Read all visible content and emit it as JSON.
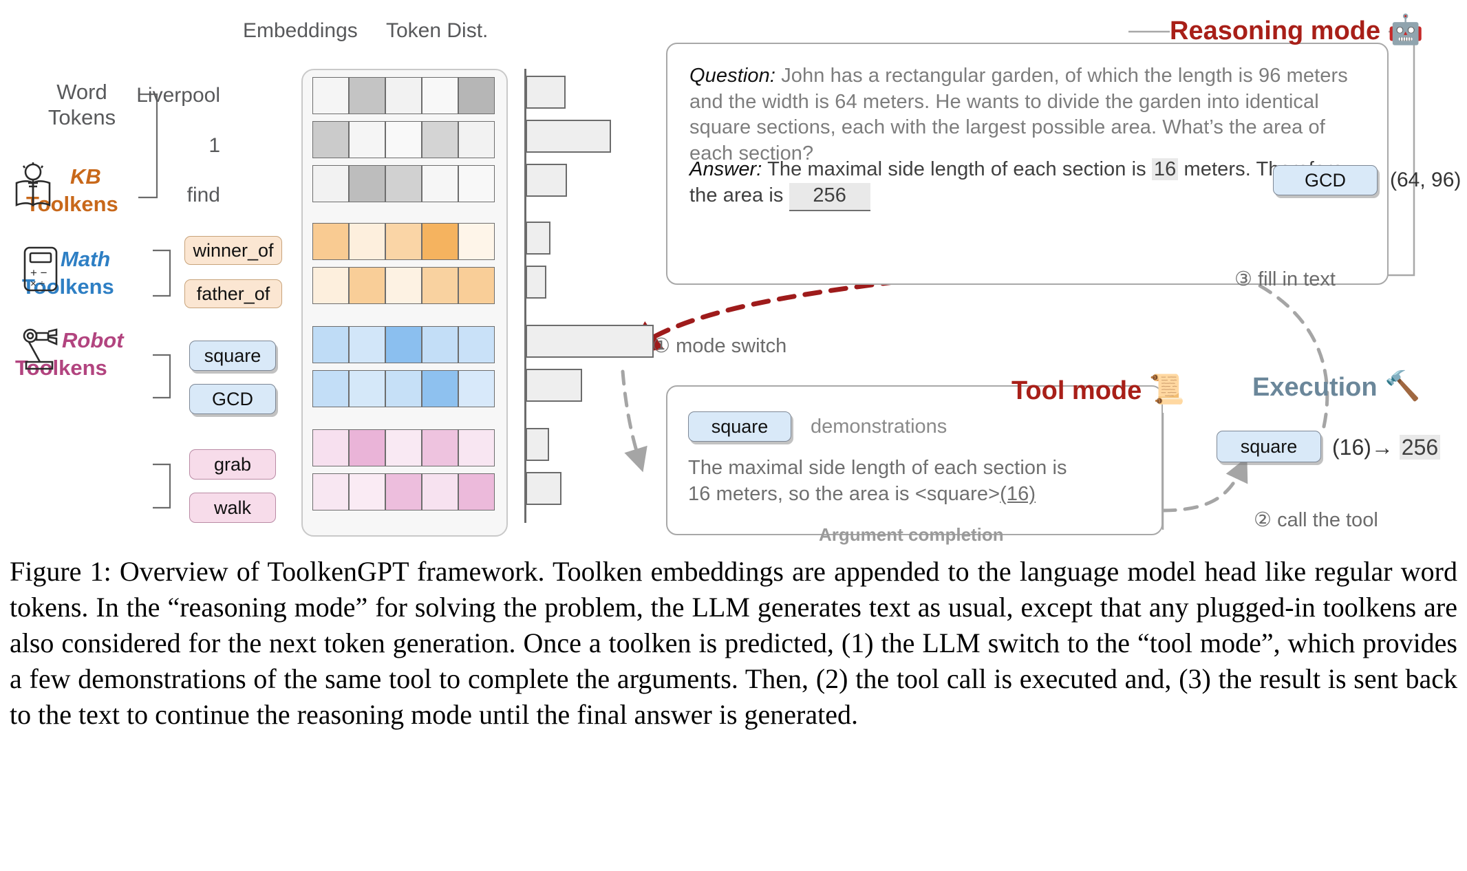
{
  "figure": {
    "columns": {
      "embeddings": "Embeddings",
      "token_dist": "Token Dist."
    },
    "groups": [
      {
        "name": "word",
        "kind": "Word",
        "tool": "Tokens",
        "color": "#58595b",
        "icon": "none"
      },
      {
        "name": "kb",
        "kind": "KB",
        "tool": "Toolkens",
        "color": "#c8681a",
        "icon": "book-lightbulb-icon"
      },
      {
        "name": "math",
        "kind": "Math",
        "tool": "Toolkens",
        "color": "#2e7fc4",
        "icon": "calculator-icon"
      },
      {
        "name": "robot",
        "kind": "Robot",
        "tool": "Toolkens",
        "color": "#b2447f",
        "icon": "robot-arm-icon"
      }
    ],
    "word_tokens": [
      "Liverpool",
      "1",
      "find"
    ],
    "toolkens": {
      "kb": [
        "winner_of",
        "father_of"
      ],
      "math": [
        "square",
        "GCD"
      ],
      "robot": [
        "grab",
        "walk"
      ]
    },
    "embedding_rows": [
      {
        "token": "Liverpool",
        "group": "word",
        "values": [
          0.1,
          0.45,
          0.12,
          0.08,
          0.55
        ]
      },
      {
        "token": "1",
        "group": "word",
        "values": [
          0.4,
          0.1,
          0.07,
          0.34,
          0.12
        ]
      },
      {
        "token": "find",
        "group": "word",
        "values": [
          0.12,
          0.5,
          0.36,
          0.09,
          0.08
        ]
      },
      {
        "token": "winner_of",
        "group": "kb",
        "values": [
          0.55,
          0.18,
          0.45,
          0.8,
          0.12
        ]
      },
      {
        "token": "father_of",
        "group": "kb",
        "values": [
          0.18,
          0.52,
          0.15,
          0.48,
          0.52
        ]
      },
      {
        "token": "square",
        "group": "math",
        "values": [
          0.45,
          0.32,
          0.8,
          0.42,
          0.38
        ]
      },
      {
        "token": "GCD",
        "group": "math",
        "values": [
          0.42,
          0.3,
          0.4,
          0.78,
          0.28
        ]
      },
      {
        "token": "grab",
        "group": "robot",
        "values": [
          0.3,
          0.72,
          0.22,
          0.58,
          0.25
        ]
      },
      {
        "token": "walk",
        "group": "robot",
        "values": [
          0.24,
          0.2,
          0.62,
          0.28,
          0.66
        ]
      }
    ],
    "token_dist": [
      {
        "token": "Liverpool",
        "value": 0.29
      },
      {
        "token": "1",
        "value": 0.62
      },
      {
        "token": "find",
        "value": 0.3
      },
      {
        "token": "winner_of",
        "value": 0.18
      },
      {
        "token": "father_of",
        "value": 0.15
      },
      {
        "token": "square",
        "value": 0.93
      },
      {
        "token": "GCD",
        "value": 0.41
      },
      {
        "token": "grab",
        "value": 0.17
      },
      {
        "token": "walk",
        "value": 0.26
      }
    ]
  },
  "reasoning": {
    "heading": "Reasoning mode",
    "heading_icon": "robot-face-icon",
    "q_label": "Question:",
    "q_text": " John has a rectangular garden, of which the length is 96 meters and the width is 64 meters. He wants to divide the garden into identical square sections, each with the largest possible area. What’s the area of each section?",
    "a_label": "Answer:",
    "a_text_1": " The maximal side length of each section is ",
    "a_value_16": "16",
    "a_text_2": " meters. Therefore, the area is ",
    "a_value_256": "256",
    "gcd_badge": "GCD",
    "gcd_args": "(64, 96)"
  },
  "tool_mode": {
    "heading": "Tool mode",
    "heading_icon": "scroll-icon",
    "badge": "square",
    "badge_label": "demonstrations",
    "body": "The maximal side length of each section is 16 meters, so the area is <square>(16)",
    "body_line1": "The maximal side length of each section is",
    "body_line2_pre": "16 meters, so the area is <square>",
    "body_line2_arg": "(16)",
    "footer": "Argument completion"
  },
  "execution": {
    "heading": "Execution",
    "heading_icon": "hammer-icon",
    "badge": "square",
    "call_args": "(16)",
    "arrow": "→",
    "result": "256"
  },
  "steps": [
    {
      "id": "1",
      "marker": "①",
      "label": "mode switch"
    },
    {
      "id": "2",
      "marker": "②",
      "label": "call the tool"
    },
    {
      "id": "3",
      "marker": "③",
      "label": "fill in text"
    }
  ],
  "caption": "Figure 1: Overview of ToolkenGPT framework. Toolken embeddings are appended to the language model head like regular word tokens. In the “reasoning mode” for solving the problem, the LLM generates text as usual, except that any plugged-in toolkens are also considered for the next token generation. Once a toolken is predicted, (1) the LLM switch to the “tool mode”, which provides a few demonstrations of the same tool to complete the arguments. Then, (2) the tool call is executed and, (3) the result is sent back to the text to continue the reasoning mode until the final answer is generated.",
  "colors": {
    "kb": "#c8681a",
    "math": "#2e7fc4",
    "robot": "#b2447f",
    "reasoning_red": "#a81f18",
    "execution_blue": "#6b879a",
    "mode_switch_arrow": "#9e1b1b",
    "dashed_gray": "#a5a5a5"
  }
}
